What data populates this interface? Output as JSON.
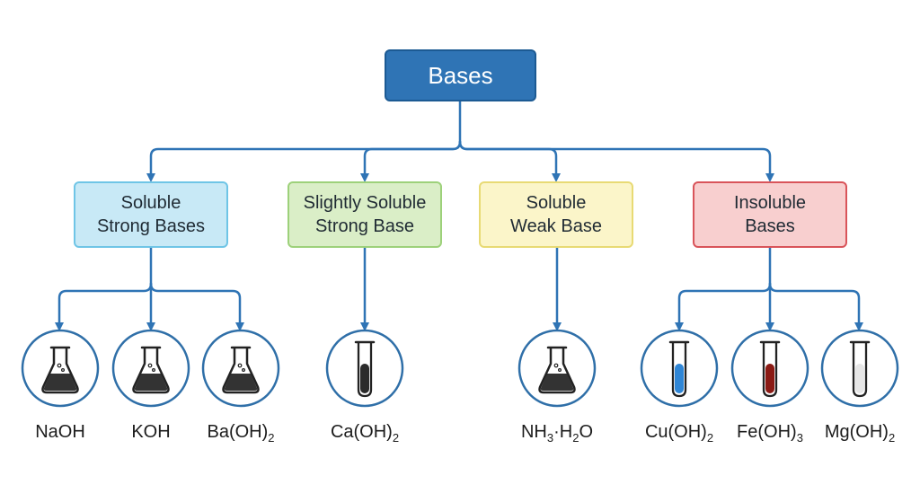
{
  "root": {
    "label": "Bases"
  },
  "categories": [
    {
      "line1": "Soluble",
      "line2": "Strong Bases"
    },
    {
      "line1": "Slightly Soluble",
      "line2": "Strong Base"
    },
    {
      "line1": "Soluble",
      "line2": "Weak Base"
    },
    {
      "line1": "Insoluble",
      "line2": "Bases"
    }
  ],
  "compounds": [
    {
      "formula": "NaOH",
      "icon": "erlenmeyer-flask-icon"
    },
    {
      "formula": "KOH",
      "icon": "erlenmeyer-flask-icon"
    },
    {
      "formula": "Ba(OH)2",
      "icon": "erlenmeyer-flask-icon"
    },
    {
      "formula": "Ca(OH)2",
      "icon": "test-tube-icon",
      "liquid_color": "#2b2b2b"
    },
    {
      "formula": "NH3·H2O",
      "icon": "erlenmeyer-flask-icon"
    },
    {
      "formula": "Cu(OH)2",
      "icon": "test-tube-icon",
      "liquid_color": "#2f86d6"
    },
    {
      "formula": "Fe(OH)3",
      "icon": "test-tube-icon",
      "liquid_color": "#8b1a14"
    },
    {
      "formula": "Mg(OH)2",
      "icon": "test-tube-icon",
      "liquid_color": "#e6e6e6"
    }
  ],
  "colors": {
    "connector": "#2f74b5",
    "circle_border": "#2f6fa8",
    "flask_liquid": "#333333"
  }
}
